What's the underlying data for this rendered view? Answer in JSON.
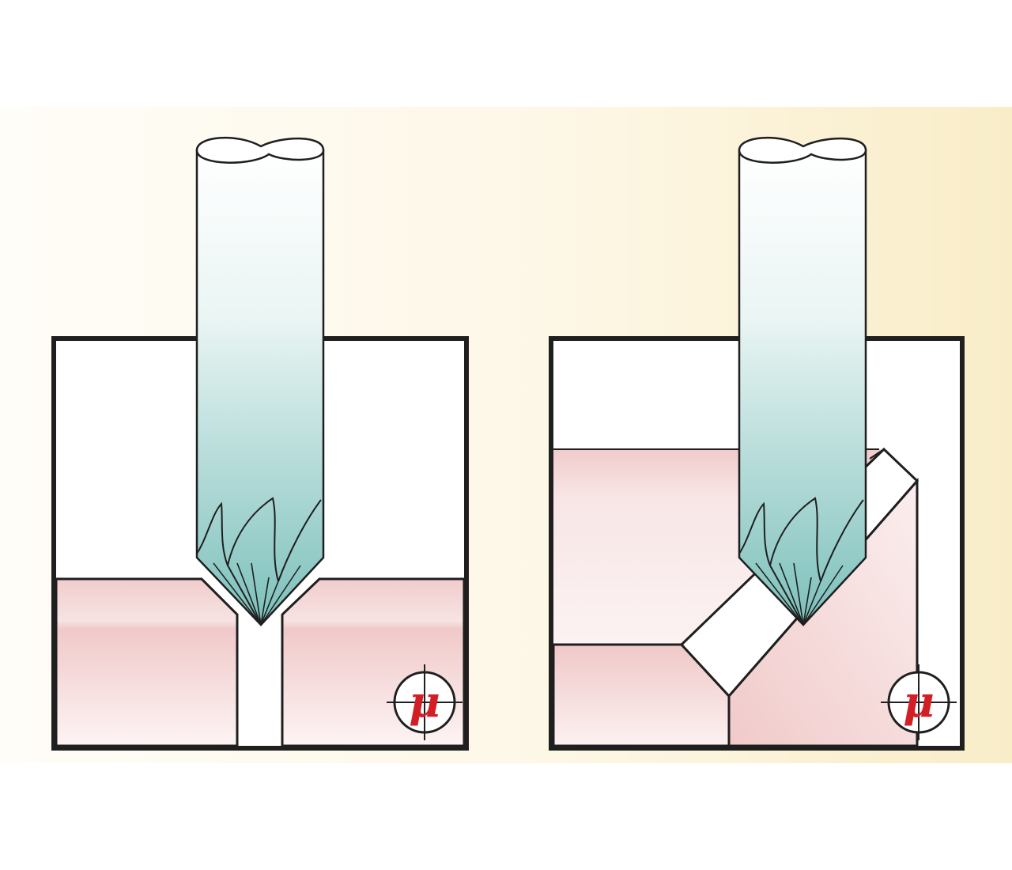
{
  "figure": {
    "panels": [
      {
        "name": "left-panel",
        "description_visible_text": ""
      },
      {
        "name": "right-panel",
        "description_visible_text": ""
      }
    ],
    "logo": {
      "glyph": "μ"
    }
  },
  "colors": {
    "background_warm": "#fbf1d6",
    "background_light": "#fffdf7",
    "frame": "#1f1f1f",
    "workpiece_pink": "#f2cfcf",
    "workpiece_pink_light": "#fbeeee",
    "tool_top": "#ffffff",
    "tool_bottom": "#7fc2bd",
    "logo_red": "#d21f26"
  }
}
